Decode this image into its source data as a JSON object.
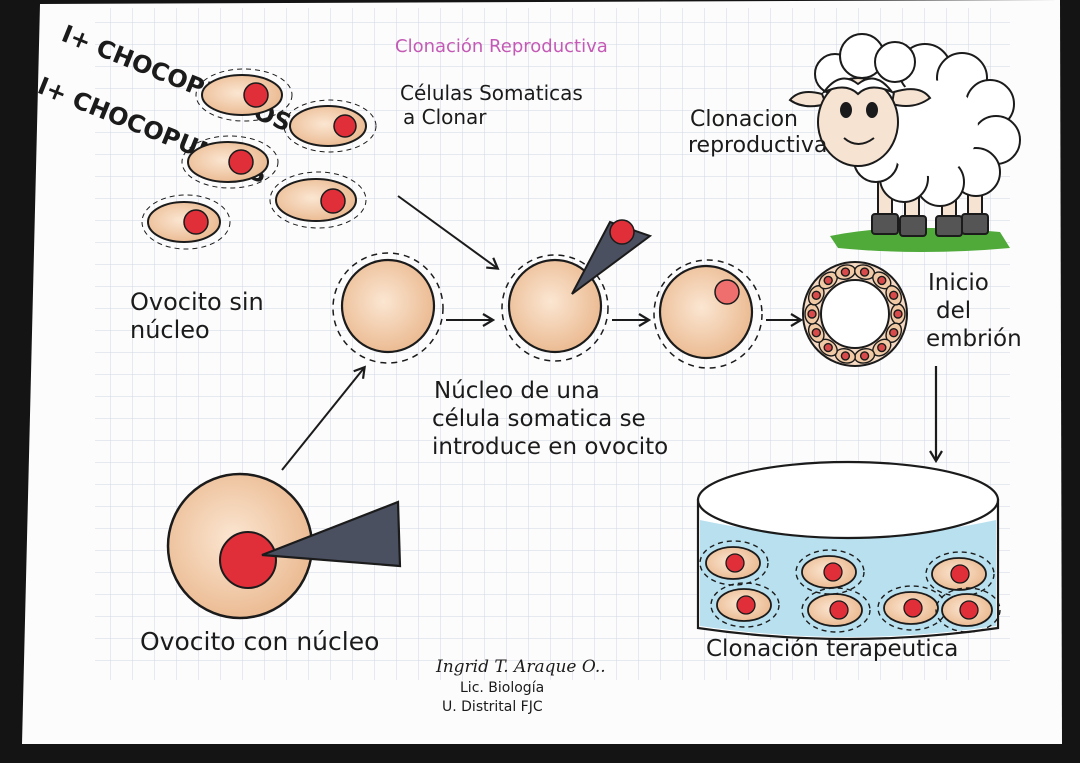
{
  "title": "Clonación Reproductiva",
  "watermark": "I+ CHOCOPUNTOS",
  "labels": {
    "somatic_cells": [
      "Células Somaticas",
      "a Clonar"
    ],
    "oocyte_no_nucleus": [
      "Ovocito sin",
      "núcleo"
    ],
    "nucleus_introduced": [
      "Núcleo de una",
      "célula somatica se",
      "introduce en ovocito"
    ],
    "reproductive_cloning": [
      "Clonacion",
      "reproductiva"
    ],
    "embryo_start": [
      "Inicio",
      "del",
      "embrión"
    ],
    "oocyte_with_nucleus": "Ovocito con núcleo",
    "therapeutic_cloning": "Clonación terapeutica"
  },
  "signature": {
    "name": "Ingrid T. Araque O..",
    "degree": "Lic. Biología",
    "institution": "U. Distrital FJC"
  },
  "colors": {
    "title": "#c45ab5",
    "cell_fill": "#f1c9a5",
    "nucleus": "#e02f39",
    "water": "#b8e0ee",
    "grass": "#4faa3a",
    "needle": "#4a5060",
    "grid": "#cfd8e4"
  }
}
